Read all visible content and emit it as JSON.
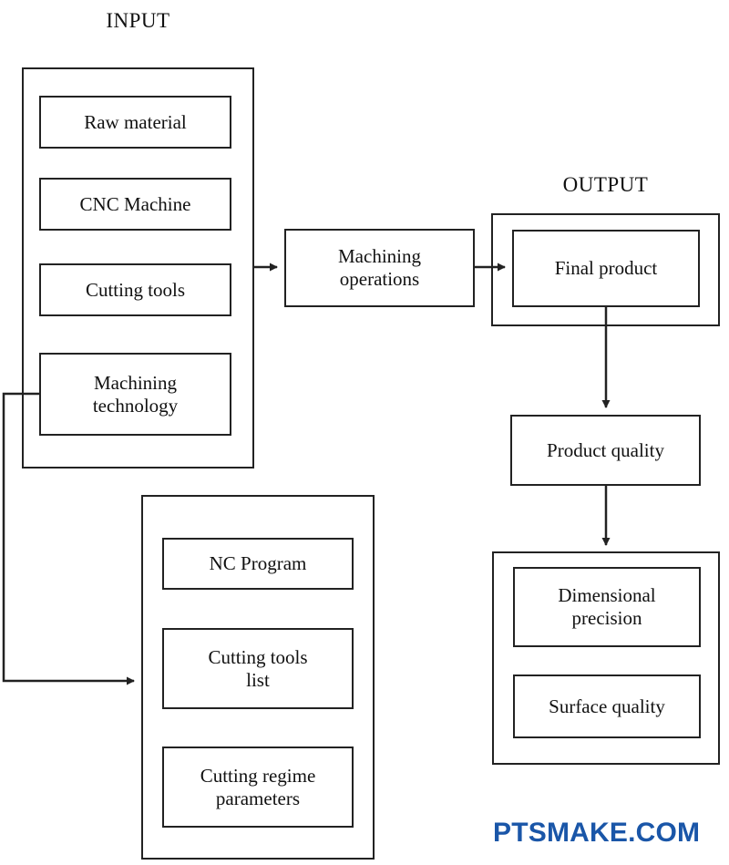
{
  "diagram": {
    "title_labels": {
      "input": "INPUT",
      "output": "OUTPUT"
    },
    "groups": [
      {
        "id": "input",
        "label": "INPUT",
        "members": [
          "Raw material",
          "CNC Machine",
          "Cutting tools",
          "Machining technology"
        ]
      },
      {
        "id": "cam",
        "label": "",
        "members": [
          "NC Program",
          "Cutting tools\nlist",
          "Cutting regime\nparameters"
        ]
      },
      {
        "id": "output",
        "label": "OUTPUT",
        "members": [
          "Final product"
        ]
      },
      {
        "id": "quality",
        "label": "",
        "members": [
          "Dimensional\nprecision",
          "Surface quality"
        ]
      }
    ],
    "nodes": {
      "raw_material": "Raw material",
      "cnc_machine": "CNC Machine",
      "cutting_tools": "Cutting tools",
      "machining_technology": "Machining\ntechnology",
      "nc_program": "NC Program",
      "cutting_tools_list": "Cutting tools\nlist",
      "cutting_regime_parameters": "Cutting regime\nparameters",
      "machining_operations": "Machining\noperations",
      "final_product": "Final product",
      "product_quality": "Product quality",
      "dimensional_precision": "Dimensional\nprecision",
      "surface_quality": "Surface quality"
    },
    "edges": [
      {
        "from": "input",
        "to": "machining_operations",
        "style": "arrow-right"
      },
      {
        "from": "machining_operations",
        "to": "final_product",
        "style": "arrow-right"
      },
      {
        "from": "final_product",
        "to": "product_quality",
        "style": "arrow-down"
      },
      {
        "from": "product_quality",
        "to": "quality",
        "style": "arrow-down"
      },
      {
        "from": "machining_technology",
        "to": "cam",
        "style": "arrow-feedback-left-down-right"
      }
    ],
    "colors": {
      "line": "#222222",
      "text": "#111111",
      "background": "#ffffff",
      "watermark": "#1a56a8"
    }
  },
  "watermark": {
    "text": "PTSMAKE.COM"
  }
}
